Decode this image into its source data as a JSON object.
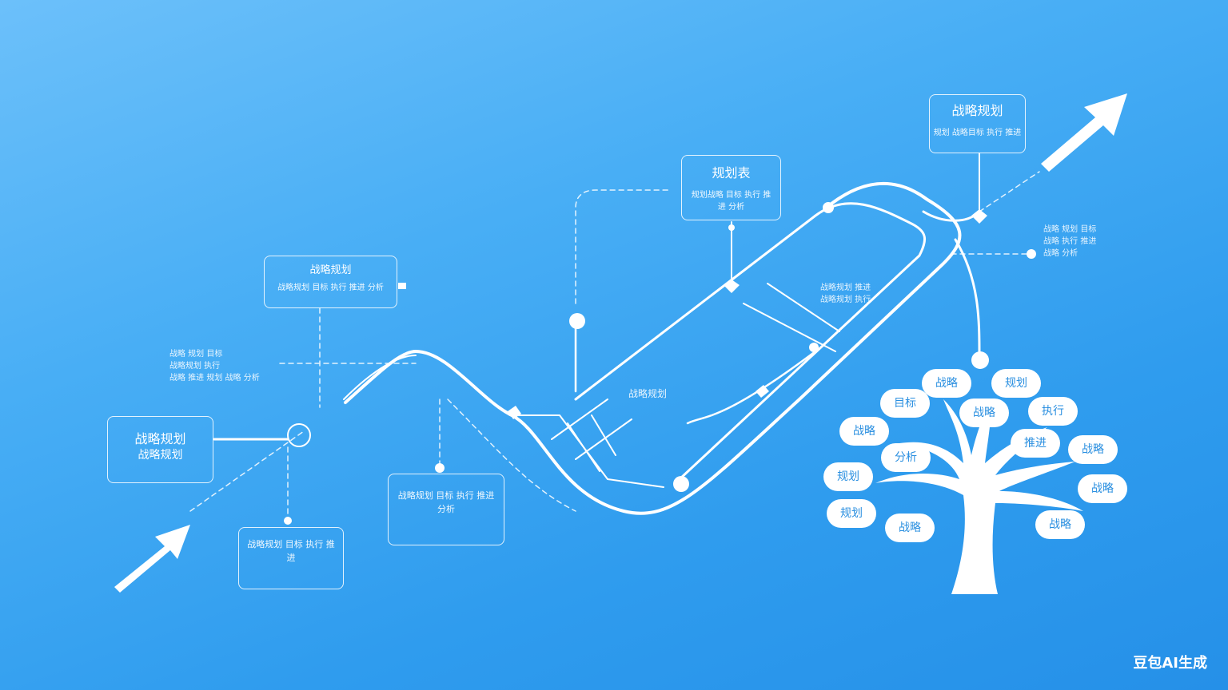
{
  "boxes": {
    "top_right": {
      "title": "战略规划",
      "text": "规划 战略目标 执行 推进"
    },
    "upper_mid": {
      "title": "规划表",
      "text": "规划战略 目标 执行 推进 分析"
    },
    "left_mid": {
      "title": "战略规划",
      "text": "战略规划 目标 执行 推进 分析"
    },
    "left": {
      "title": "战略规划",
      "text": "战略规划"
    },
    "lower_mid": {
      "title": "",
      "text": "战略规划 目标 执行 推进 分析"
    },
    "bottom_left": {
      "title": "",
      "text": "战略规划 目标 执行 推进"
    }
  },
  "notes": {
    "left": "战略 规划 目标\n战略规划 执行\n战略 推进 规划 战略 分析",
    "right": "战略 规划 目标\n战略 执行 推进\n战略 分析",
    "center": "战略规划 推进\n战略规划 执行",
    "path_label": "战略规划"
  },
  "tree_leaves": [
    "战略",
    "规划",
    "目标",
    "战略",
    "执行",
    "战略",
    "推进",
    "战略",
    "分析",
    "规划",
    "战略",
    "规划",
    "战略"
  ],
  "watermark": "豆包AI生成",
  "colors": {
    "background_top": "#6cc0fa",
    "background_bottom": "#2590e8",
    "line": "#ffffff"
  }
}
